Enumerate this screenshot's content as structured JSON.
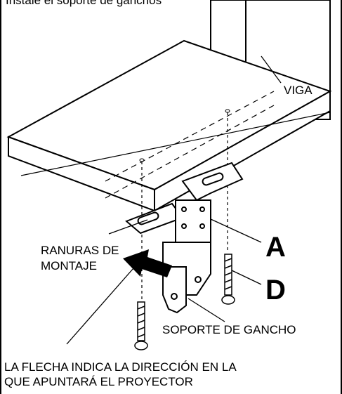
{
  "header": {
    "partial_text": "Instale el soporte de ganchos"
  },
  "labels": {
    "viga": "VIGA",
    "part_a": "A",
    "part_d": "D",
    "ranuras_line1": "RANURAS DE",
    "ranuras_line2": "MONTAJE",
    "soporte_gancho": "SOPORTE DE GANCHO"
  },
  "caption": {
    "line1": "LA FLECHA INDICA LA DIRECCIÓN EN LA",
    "line2": "QUE APUNTARÁ EL PROYECTOR"
  },
  "colors": {
    "ink": "#000000",
    "paper": "#ffffff",
    "arrow": "#000000"
  }
}
